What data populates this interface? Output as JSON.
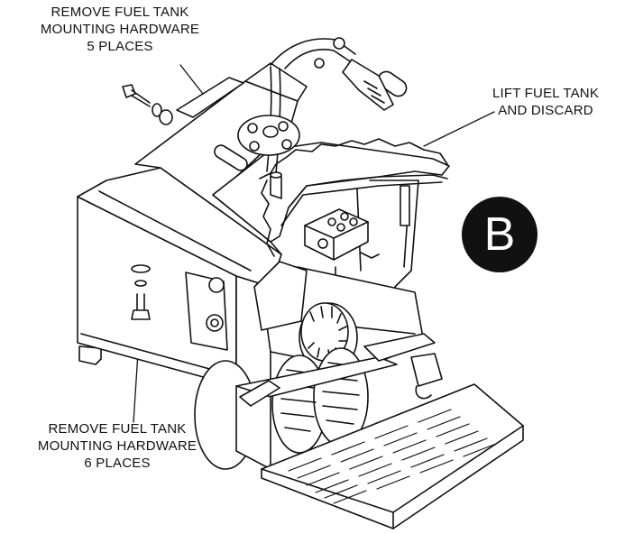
{
  "callouts": {
    "top": {
      "lines": [
        "REMOVE FUEL TANK",
        "MOUNTING HARDWARE",
        "5 PLACES"
      ]
    },
    "right": {
      "lines": [
        "LIFT FUEL TANK",
        "AND DISCARD"
      ]
    },
    "bottom": {
      "lines": [
        "REMOVE FUEL TANK",
        "MOUNTING HARDWARE",
        "6 PLACES"
      ]
    }
  },
  "badge": {
    "letter": "B",
    "background": "#111111",
    "text_color": "#ffffff"
  },
  "colors": {
    "line": "#111111",
    "fill": "#ffffff",
    "shade": "#e8e8e8"
  }
}
